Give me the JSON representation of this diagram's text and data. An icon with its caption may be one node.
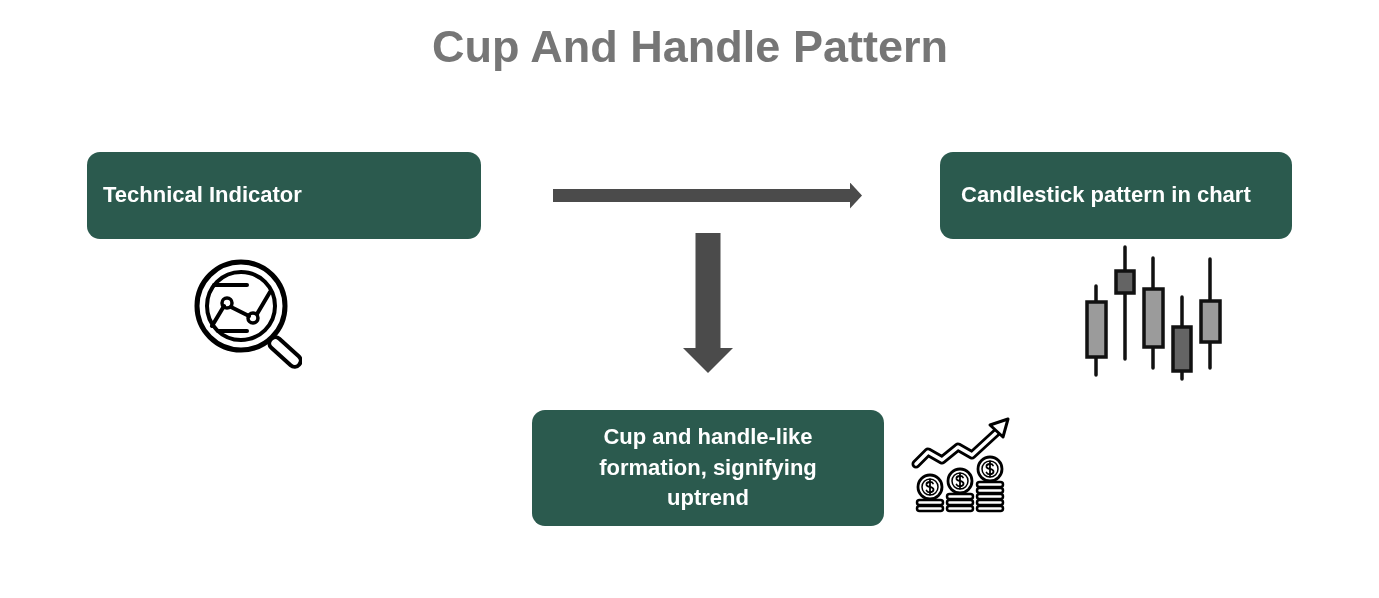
{
  "diagram": {
    "title": "Cup And Handle Pattern",
    "nodes": [
      {
        "text": [
          "Technical Indicator"
        ]
      },
      {
        "text": [
          "Candlestick pattern in chart"
        ]
      },
      {
        "text": [
          "Cup and handle-like formation, signifying uptrend"
        ]
      }
    ],
    "edges": [
      {
        "from": 0,
        "to": 1,
        "arrow": "to"
      },
      {
        "from": null,
        "to": 2,
        "arrow": "to",
        "style": "thick"
      }
    ]
  }
}
